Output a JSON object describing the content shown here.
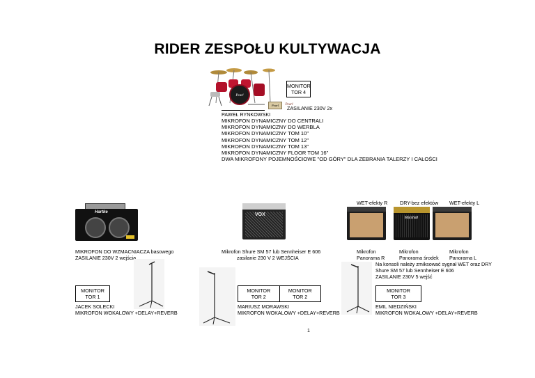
{
  "title": "RIDER ZESPOŁU KULTYWACJA",
  "drums": {
    "monitor": [
      "MONITOR",
      "TOR 4"
    ],
    "power": "ZASILANIE 230V 2x",
    "player": "PAWEŁ RYNKOWSKI",
    "lines": [
      "MIKROFON DYNAMICZNY DO CENTRALI",
      "MIKROFON DYNAMICZNY DO WERBLA",
      "MIKROFON DYNAMICZNY TOM 10\"",
      "MIKROFON DYNAMICZNY TOM 12\"",
      "MIKROFON DYNAMICZNY TOM 13\"",
      "MIKROFON DYNAMICZNY FLOOR TOM 16\"",
      "DWA MIKROFONY POJEMNOŚCIOWE \"OD GÓRY\" DLA ZEBRANIA TALERZY I CAŁOŚCI"
    ],
    "brand_logos": [
      "Pearl",
      "Pearl"
    ]
  },
  "bass": {
    "amp_brand": "Hartke",
    "desc": [
      "MIKROFON DO WZMACNIACZA basowego",
      "ZASILANIE 230V 2 wejścia"
    ],
    "monitor": [
      "MONITOR",
      "TOR 1"
    ],
    "player": "JACEK SOLECKI",
    "vocal": "MIKROFON WOKALOWY +DELAY+REVERB"
  },
  "guitar": {
    "amp_brand": "VOX",
    "desc": [
      "Mikrofon Shure SM 57 lub Sennheiser E 606",
      "zasilanie 230 V 2 WEJŚCIA"
    ],
    "monitors": [
      [
        "MONITOR",
        "TOR 2"
      ],
      [
        "MONITOR",
        "TOR 2"
      ]
    ],
    "player": "MARIUSZ MORAWSKI",
    "vocal": "MIKROFON WOKALOWY +DELAY+REVERB"
  },
  "keys": {
    "amp_labels": [
      "WET-efekty R",
      "DRY-bez efektów",
      "WET-efekty L"
    ],
    "mic_labels": [
      [
        "Mikrofon",
        "Panorama R"
      ],
      [
        "Mikrofon",
        "Panorama środek"
      ],
      [
        "Mikrofon",
        "Panorama L"
      ]
    ],
    "notes": [
      "Na konsoli należy zmiksować sygnał WET oraz DRY",
      "Shure SM 57 lub Sennheiser E 606",
      "ZASILANIE 230V 5 wejść"
    ],
    "monitor": [
      "MONITOR",
      "TOR 3"
    ],
    "player": "EMIL NIEDZIŃSKI",
    "vocal": "MIKROFON WOKALOWY +DELAY+REVERB",
    "amp_brand": "Marshall"
  },
  "page_number": "1"
}
